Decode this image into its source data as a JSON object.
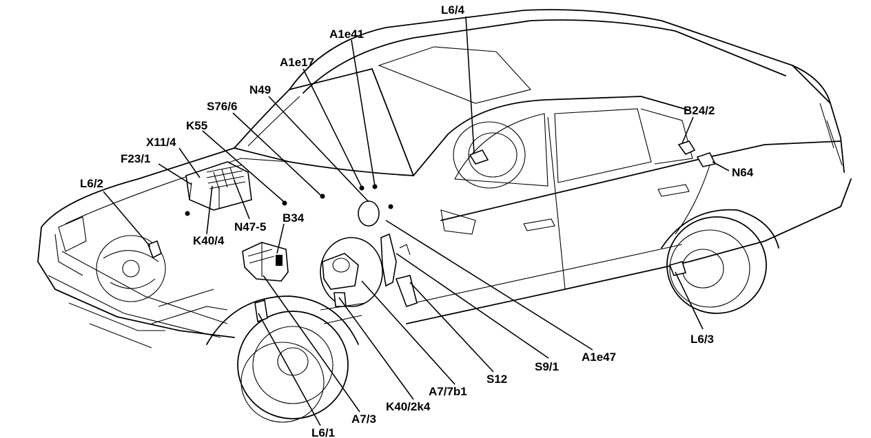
{
  "diagram": {
    "labels": {
      "A1e41": "A1e41",
      "A1e17": "A1e17",
      "N49": "N49",
      "S76_6": "S76/6",
      "K55": "K55",
      "X11_4": "X11/4",
      "F23_1": "F23/1",
      "L6_2": "L6/2",
      "L6_4": "L6/4",
      "B24_2": "B24/2",
      "N64": "N64",
      "B34": "B34",
      "N47_5": "N47-5",
      "K40_4": "K40/4",
      "L6_3": "L6/3",
      "A1e47": "A1e47",
      "S9_1": "S9/1",
      "S12": "S12",
      "A7_7b1": "A7/7b1",
      "K40_2k4": "K40/2k4",
      "A7_3": "A7/3",
      "L6_1": "L6/1"
    }
  }
}
